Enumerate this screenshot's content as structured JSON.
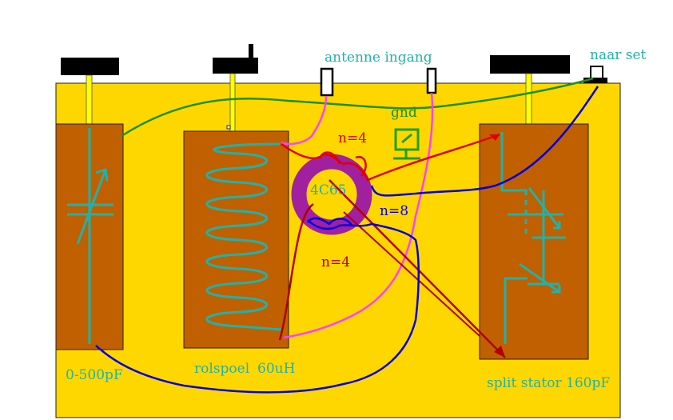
{
  "labels": {
    "antenna_input": "antenne ingang",
    "to_set": "naar set",
    "gnd": "gnd",
    "toroid": "4C65",
    "n_top": "n=4",
    "n_mid": "n=8",
    "n_bottom": "n=4",
    "cap_left": "0-500pF",
    "coil": "rolspoel",
    "coil_value": "60uH",
    "cap_right": "split stator 160pF"
  },
  "colors": {
    "board": "#ffd700",
    "component": "#c06000",
    "knob": "#000000",
    "shaft": "#ffff00",
    "teal": "#20b2aa",
    "green_wire": "#1f8f1f",
    "blue_wire": "#0000e0",
    "magenta_wire": "#ff40ff",
    "red_wire": "#e00000",
    "darkred_wire": "#b00000",
    "toroid": "#a020a0"
  },
  "icons": [
    "ground-icon",
    "variable-capacitor-icon",
    "split-stator-capacitor-icon",
    "coil-winding-icon",
    "toroid-icon"
  ]
}
